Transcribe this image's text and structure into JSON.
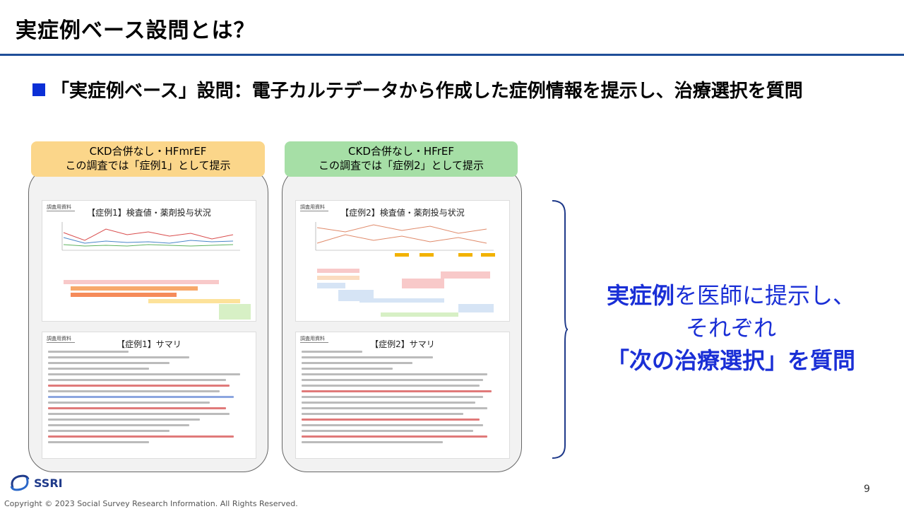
{
  "header": {
    "title": "実症例ベース設問とは？"
  },
  "bullet": {
    "text": "「実症例ベース」設問：電子カルテデータから作成した症例情報を提示し、治療選択を質問"
  },
  "cases": [
    {
      "label_line1": "CKD合併なし・HFmrEF",
      "label_line2": "この調査では「症例1」として提示",
      "chart_title": "【症例1】検査値・薬剤投与状況",
      "summary_title": "【症例1】サマリ",
      "tag": "調査用資料"
    },
    {
      "label_line1": "CKD合併なし・HFrEF",
      "label_line2": "この調査では「症例2」として提示",
      "chart_title": "【症例2】検査値・薬剤投与状況",
      "summary_title": "【症例2】サマリ",
      "tag": "調査用資料"
    }
  ],
  "message": {
    "line1_highlight": "実症例",
    "line1_rest": "を医師に提示し、",
    "line2": "それぞれ",
    "line3_highlight": "「次の治療選択」",
    "line3_rest": "を質問"
  },
  "footer": {
    "logo_text": "SSRI",
    "copyright": "Copyright © 2023 Social Survey Research Information. All Rights Reserved.",
    "page_number": "9"
  },
  "colors": {
    "accent": "#1f4e99",
    "bullet": "#0b2fd6",
    "message": "#1a2fd6",
    "case1_label": "#fbd68a",
    "case2_label": "#a6dfa6"
  }
}
